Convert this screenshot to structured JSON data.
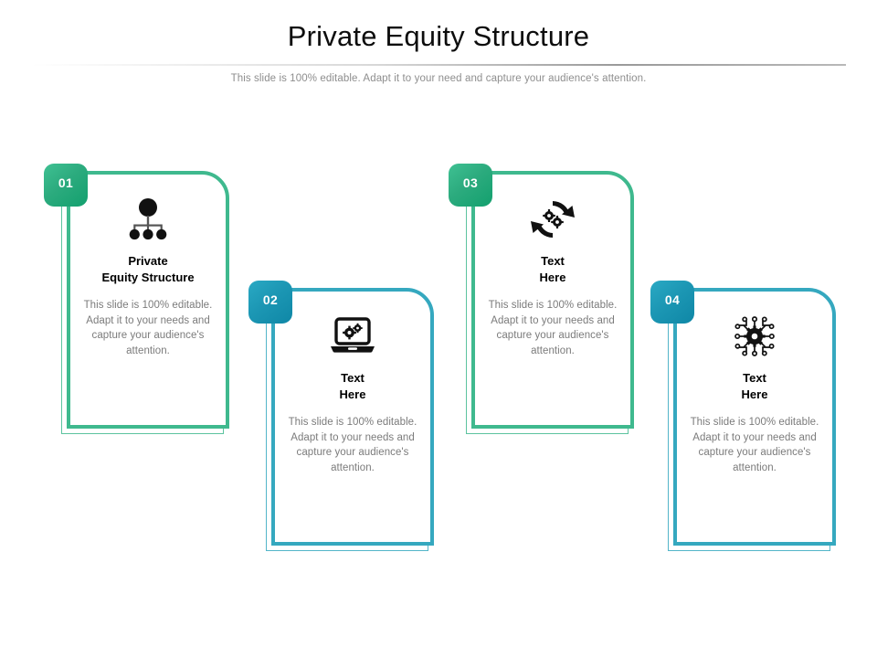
{
  "slide": {
    "title": "Private Equity Structure",
    "subtitle": "This slide is 100% editable. Adapt it to your need and capture your audience's attention."
  },
  "colors": {
    "green": "#2cab7e",
    "green_border": "#3fb98e",
    "teal": "#1c97b4",
    "teal_border": "#35a8bf",
    "heading_text": "#000000",
    "body_text": "#7b7b7b",
    "title_text": "#0d0d0d",
    "subtitle_text": "#8e8e8e"
  },
  "cards": [
    {
      "number": "01",
      "theme": "green",
      "icon": "org-chart-icon",
      "heading": "Private\nEquity Structure",
      "text": "This slide is 100% editable. Adapt it to your needs and capture your audience's attention."
    },
    {
      "number": "02",
      "theme": "teal",
      "icon": "laptop-gears-icon",
      "heading": "Text\nHere",
      "text": "This slide is 100% editable. Adapt it to your needs and capture your audience's attention."
    },
    {
      "number": "03",
      "theme": "green",
      "icon": "gears-refresh-icon",
      "heading": "Text\nHere",
      "text": "This slide is 100% editable. Adapt it to your needs and capture your audience's attention."
    },
    {
      "number": "04",
      "theme": "teal",
      "icon": "gear-circuit-icon",
      "heading": "Text\nHere",
      "text": "This slide is 100% editable. Adapt it to your needs and capture your audience's attention."
    }
  ]
}
